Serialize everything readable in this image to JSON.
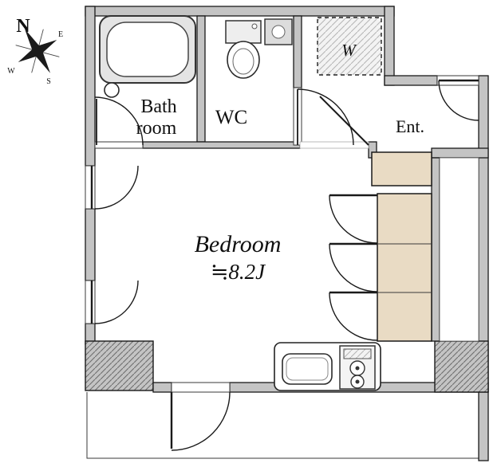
{
  "compass": {
    "north": "N",
    "east": "E",
    "west": "W",
    "south": "S"
  },
  "labels": {
    "bath_line1": "Bath",
    "bath_line2": "room",
    "wc": "WC",
    "washer": "W",
    "entrance": "Ent.",
    "bedroom_name": "Bedroom",
    "bedroom_size": "≒8.2J"
  },
  "colors": {
    "wall_fill": "#c4c4c4",
    "line": "#1a1a1a",
    "closet_fill": "#e9dbc4",
    "fixture_gray": "#dcdcdc"
  }
}
